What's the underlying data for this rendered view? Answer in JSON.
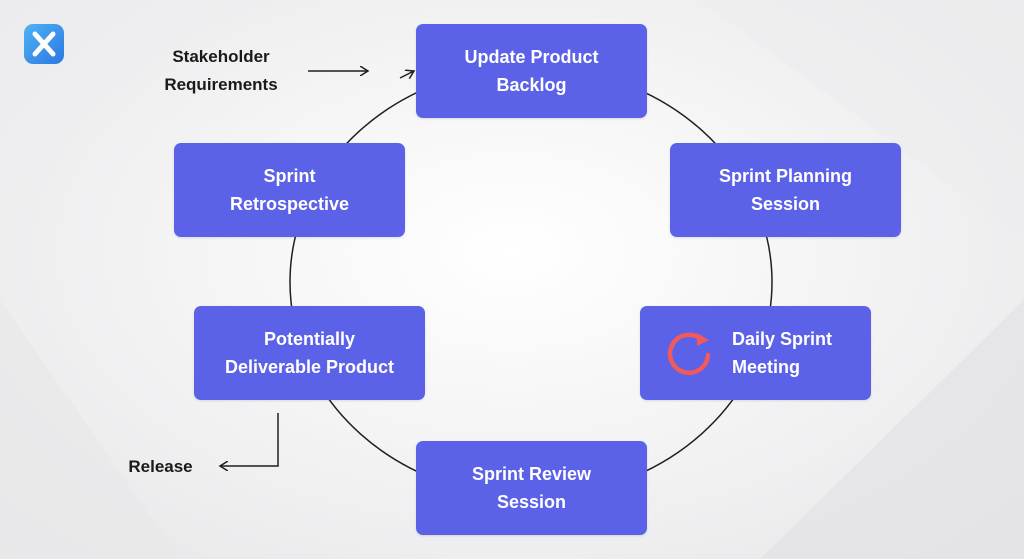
{
  "colors": {
    "node_fill": "#5b62e8",
    "node_text": "#ffffff",
    "cycle_line": "#1f1f1f",
    "refresh_icon": "#f05a5a",
    "logo": "#2f8fe8"
  },
  "logo": {
    "icon": "x-logo-icon"
  },
  "nodes": {
    "update_backlog": "Update Product\nBacklog",
    "sprint_planning": "Sprint Planning\nSession",
    "daily_meeting": "Daily Sprint\nMeeting",
    "sprint_review": "Sprint Review\nSession",
    "deliverable": "Potentially\nDeliverable Product",
    "retrospective": "Sprint\nRetrospective"
  },
  "daily_meeting_icon": "refresh-icon",
  "inputs": {
    "stakeholder": "Stakeholder\nRequirements",
    "release": "Release"
  }
}
